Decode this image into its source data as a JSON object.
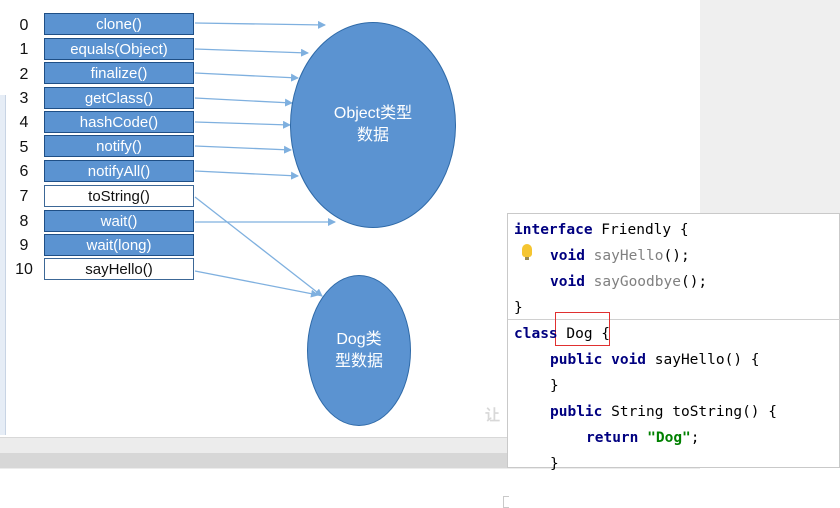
{
  "methods": [
    {
      "index": "0",
      "name": "clone()",
      "filled": true
    },
    {
      "index": "1",
      "name": "equals(Object)",
      "filled": true
    },
    {
      "index": "2",
      "name": "finalize()",
      "filled": true
    },
    {
      "index": "3",
      "name": "getClass()",
      "filled": true
    },
    {
      "index": "4",
      "name": "hashCode()",
      "filled": true
    },
    {
      "index": "5",
      "name": "notify()",
      "filled": true
    },
    {
      "index": "6",
      "name": "notifyAll()",
      "filled": true
    },
    {
      "index": "7",
      "name": "toString()",
      "filled": false
    },
    {
      "index": "8",
      "name": "wait()",
      "filled": true
    },
    {
      "index": "9",
      "name": "wait(long)",
      "filled": true
    },
    {
      "index": "10",
      "name": "sayHello()",
      "filled": false
    }
  ],
  "object_ellipse": {
    "line1": "Object类型",
    "line2": "数据"
  },
  "dog_ellipse": {
    "line1": "Dog类",
    "line2": "型数据"
  },
  "code": {
    "l1_kw": "interface",
    "l1_rest": " Friendly {",
    "l2_kw": "void",
    "l2_fn": "sayHello",
    "l2_rest": "();",
    "l3_kw": "void",
    "l3_fn": "sayGoodbye",
    "l3_rest": "();",
    "l4": "}",
    "l5_kw": "class",
    "l5_rest": " Dog {",
    "l6_kw": "public void",
    "l6_rest": " sayHello() {",
    "l7": "}",
    "l8_kw": "public",
    "l8_rest": " String toString() {",
    "l9_kw": "return",
    "l9_str": "\"Dog\"",
    "l9_rest": ";",
    "l10": "}"
  },
  "watermark": "让",
  "colors": {
    "box_fill": "#5b93d1",
    "arrow": "#7fb0df",
    "keyword": "#000080",
    "string": "#008000",
    "highlight": "#e03030"
  }
}
